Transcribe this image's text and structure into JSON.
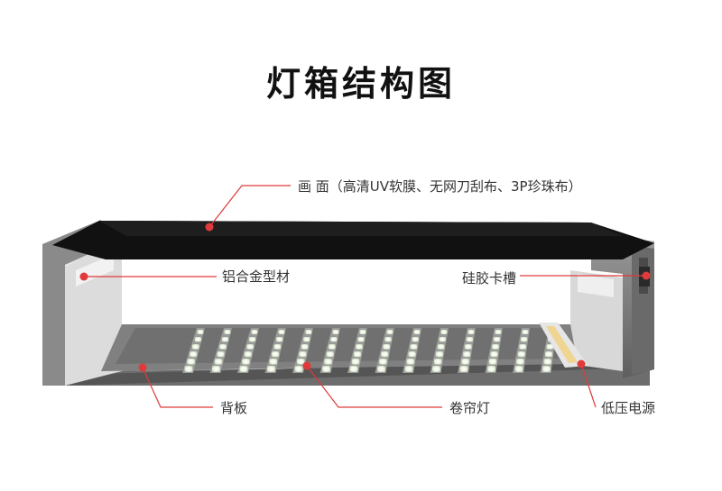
{
  "title": "灯箱结构图",
  "labels": {
    "screen": "画 面（高清UV软膜、无网刀刮布、3P珍珠布）",
    "aluminum": "铝合金型材",
    "silicone": "硅胶卡槽",
    "backboard": "背板",
    "rolllight": "卷帘灯",
    "power": "低压电源"
  },
  "colors": {
    "leader": "#e03a3a",
    "frame": "#7d7d7d",
    "screen": "#111111",
    "led": "#f4f8ef"
  }
}
